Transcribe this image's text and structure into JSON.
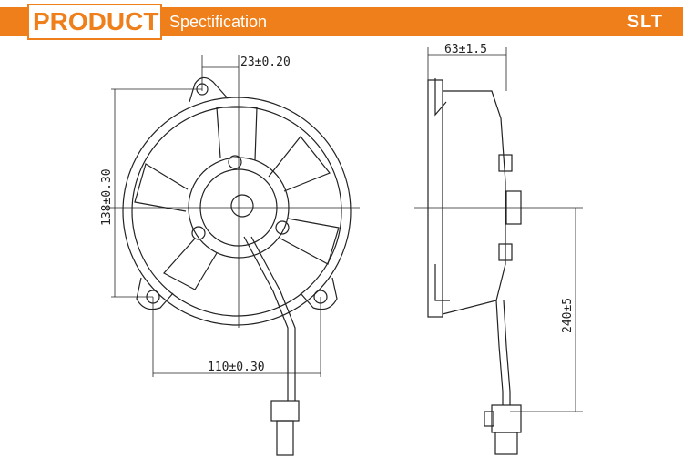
{
  "header": {
    "title": "PRODUCT",
    "section": "Spectification",
    "brand": "SLT"
  },
  "front_view": {
    "dim_top": "23±0.20",
    "dim_height": "138±0.30",
    "dim_bottom": "110±0.30"
  },
  "side_view": {
    "dim_top": "63±1.5",
    "dim_wire": "240±5"
  },
  "colors": {
    "accent": "#EE7F1A",
    "line": "#222222"
  }
}
